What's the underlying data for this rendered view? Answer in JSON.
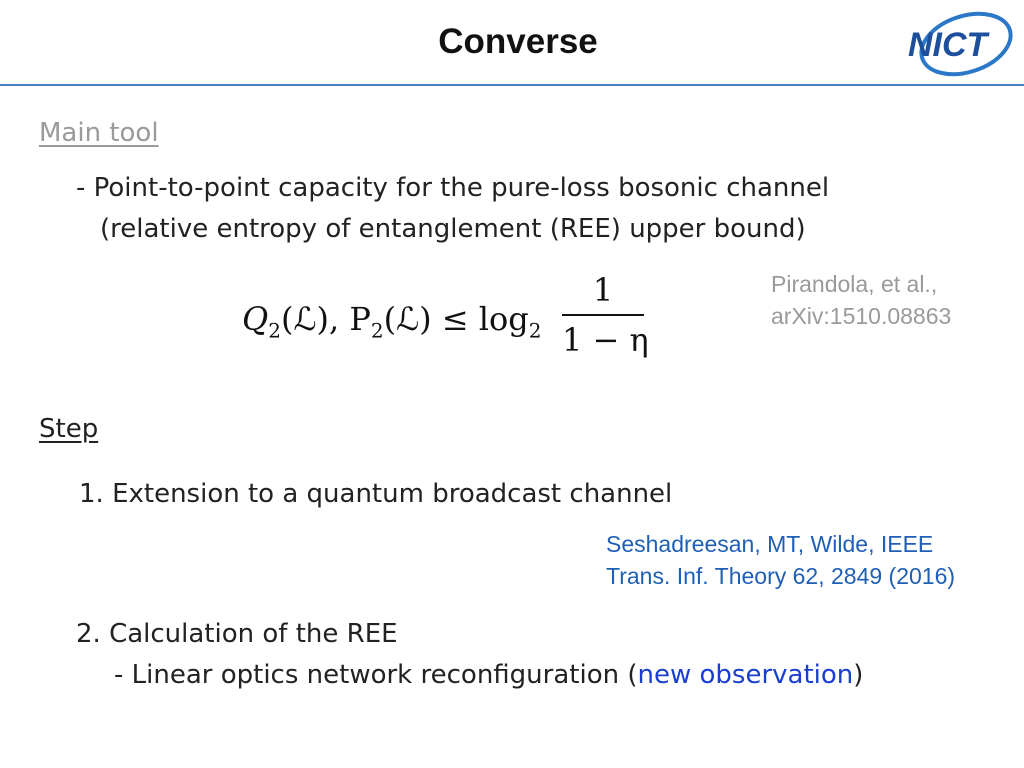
{
  "header": {
    "title": "Converse",
    "logo_text": "NICT"
  },
  "main_tool": {
    "heading": "Main tool",
    "line1": "- Point-to-point capacity for the pure-loss bosonic channel",
    "line2": "(relative entropy of entanglement (REE) upper bound)"
  },
  "formula": {
    "lhs_a": "Q",
    "lhs_sub_a": "2",
    "lhs_b": "(ℒ), P",
    "lhs_sub_b": "2",
    "lhs_c": "(ℒ) ≤ log",
    "lhs_sub_c": "2",
    "numerator": "1",
    "denominator": "1 − η"
  },
  "ref1": {
    "line1": "Pirandola, et al.,",
    "line2": "arXiv:1510.08863"
  },
  "step": {
    "heading": "Step",
    "item1": "1. Extension to a quantum broadcast channel",
    "item2": "2. Calculation of the REE",
    "item2_sub_prefix": "- Linear optics network reconfiguration (",
    "item2_sub_highlight": "new observation",
    "item2_sub_suffix": ")"
  },
  "ref2": {
    "line1": "Seshadreesan, MT, Wilde, IEEE",
    "line2": "Trans. Inf. Theory 62, 2849 (2016)"
  },
  "colors": {
    "accent_rule": "#4a7fc0",
    "gray_text": "#9a9a9a",
    "reference_blue": "#1f5fb5",
    "highlight_blue": "#1a3fcf"
  }
}
